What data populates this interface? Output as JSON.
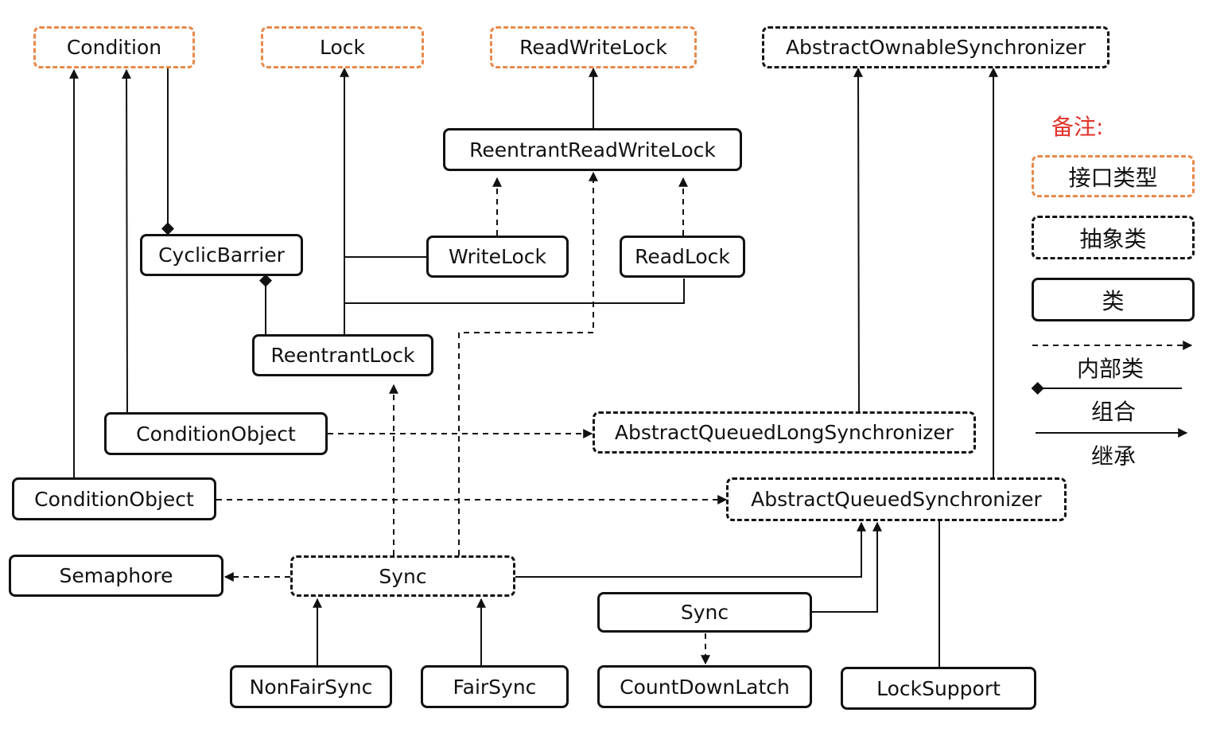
{
  "nodes": {
    "condition": "Condition",
    "lock": "Lock",
    "read_write_lock": "ReadWriteLock",
    "aos": "AbstractOwnableSynchronizer",
    "rrwl": "ReentrantReadWriteLock",
    "cyclic_barrier": "CyclicBarrier",
    "write_lock": "WriteLock",
    "read_lock": "ReadLock",
    "reentrant_lock": "ReentrantLock",
    "condition_object_1": "ConditionObject",
    "aqls": "AbstractQueuedLongSynchronizer",
    "condition_object_2": "ConditionObject",
    "aqs": "AbstractQueuedSynchronizer",
    "semaphore": "Semaphore",
    "sync_semaphore": "Sync",
    "sync_cdl": "Sync",
    "nonfair_sync": "NonFairSync",
    "fair_sync": "FairSync",
    "countdown_latch": "CountDownLatch",
    "lock_support": "LockSupport"
  },
  "legend": {
    "title": "备注:",
    "interface_type": "接口类型",
    "abstract_class": "抽象类",
    "class": "类",
    "inner_class": "内部类",
    "composition": "组合",
    "inheritance": "继承"
  },
  "colors": {
    "interface_border": "#e8894a",
    "line": "#111111",
    "note_title": "#e0322a"
  }
}
